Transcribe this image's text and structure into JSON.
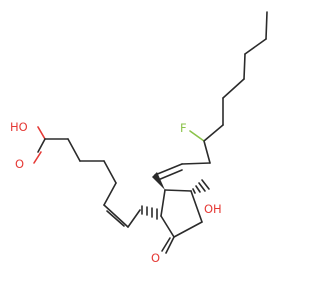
{
  "molecule": {
    "atoms": {
      "acid_oh": "HO",
      "acid_carbonyl_o": "O",
      "ring_hydroxyl": "OH",
      "ring_ketone_o": "O",
      "fluorine": "F"
    }
  },
  "colors": {
    "bond": "#2b2b2b",
    "oxygen": "#e53935",
    "fluorine": "#8bc34a",
    "background": "#ffffff"
  }
}
